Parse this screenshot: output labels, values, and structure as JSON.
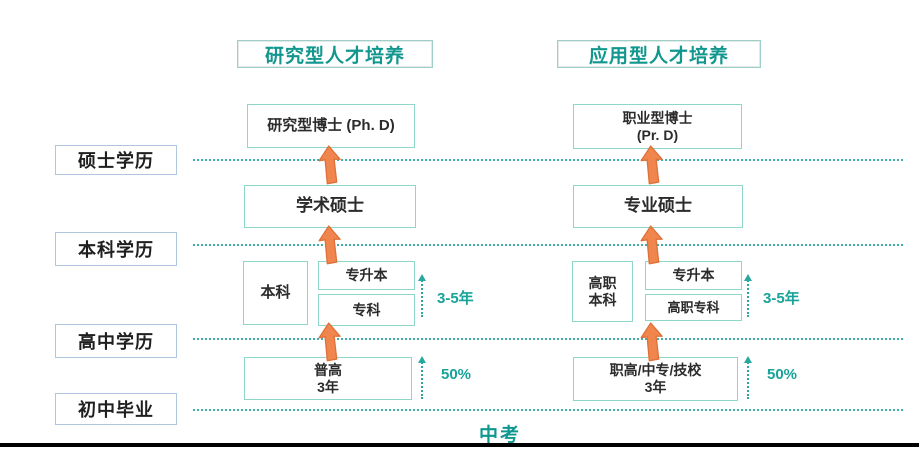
{
  "palette": {
    "teal_text": "#12978e",
    "flow_box_border": "#8ed6c8",
    "label_box_border": "#aec6e0",
    "dotted_line": "#2aa8a0",
    "arrow_fill": "#F0864E",
    "arrow_stroke": "#DE7038",
    "text_dark": "#2b2b2b"
  },
  "level_labels": [
    {
      "label": "硕士学历"
    },
    {
      "label": "本科学历"
    },
    {
      "label": "高中学历"
    },
    {
      "label": "初中毕业"
    }
  ],
  "track_headers": [
    {
      "label": "研究型人才培养"
    },
    {
      "label": "应用型人才培养"
    }
  ],
  "research_track": {
    "phd": "研究型博士 (Ph. D)",
    "master": "学术硕士",
    "bachelor": "本科",
    "upgrade": "专升本",
    "college": "专科",
    "duration": "3-5年",
    "highschool_line1": "普高",
    "highschool_line2": "3年",
    "rate": "50%"
  },
  "applied_track": {
    "phd_line1": "职业型博士",
    "phd_line2": "(Pr. D)",
    "master": "专业硕士",
    "bachelor_line1": "高职",
    "bachelor_line2": "本科",
    "upgrade": "专升本",
    "college": "高职专科",
    "duration": "3-5年",
    "highschool_line1": "职高/中专/技校",
    "highschool_line2": "3年",
    "rate": "50%"
  },
  "footer": {
    "exam": "中考"
  }
}
